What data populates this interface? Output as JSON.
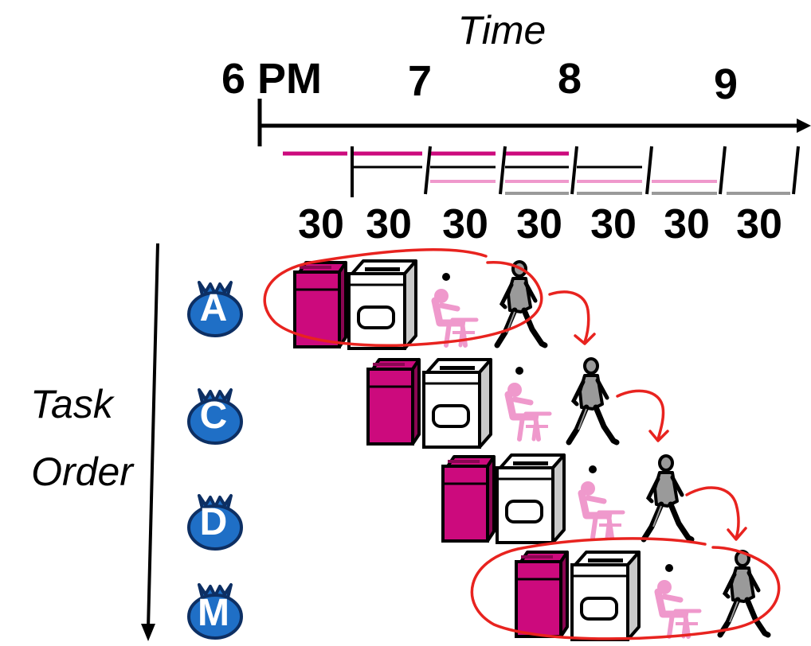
{
  "time_axis": {
    "title": "Time",
    "hour_labels": [
      "6 PM",
      "7",
      "8",
      "9"
    ],
    "slot_labels": [
      "30",
      "30",
      "30",
      "30",
      "30",
      "30",
      "30"
    ]
  },
  "task_axis": {
    "label_line1": "Task",
    "label_line2": "Order"
  },
  "tasks": [
    {
      "letter": "A"
    },
    {
      "letter": "C"
    },
    {
      "letter": "D"
    },
    {
      "letter": "M"
    }
  ],
  "colors": {
    "washer": "#cc0a7d",
    "washer_dark": "#8a0652",
    "dryer": "#ffffff",
    "dryer_side": "#c9c9c9",
    "fold": "#ef99cc",
    "store": "#9a9a9a",
    "annotation": "#e8231f",
    "bag": "#1f6fc6",
    "bag_outline": "#0d2f63"
  },
  "stage_icons": [
    "washer-icon",
    "dryer-icon",
    "folding-person-icon",
    "walking-person-icon"
  ]
}
